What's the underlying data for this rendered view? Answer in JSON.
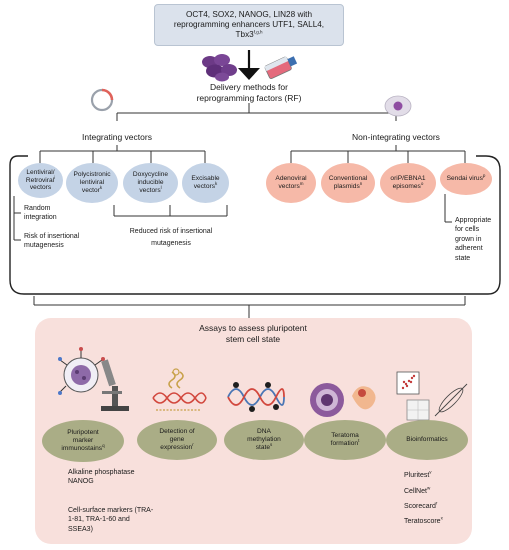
{
  "top_box": {
    "line1": "OCT4, SOX2, NANOG, LIN28 with",
    "line2": "reprogramming enhancers UTF1, SALL4,",
    "line3": "Tbx3",
    "line3_sup": "f,g,h"
  },
  "delivery": {
    "line1": "Delivery methods for",
    "line2": "reprogramming factors (RF)"
  },
  "integrating_title": "Integrating vectors",
  "non_integrating_title": "Non-integrating vectors",
  "integrating_vectors": [
    {
      "lines": [
        "Lentiviral/",
        "Retroviral",
        "vectors"
      ],
      "sup": "i"
    },
    {
      "lines": [
        "Polycistronic",
        "lentiviral",
        "vector"
      ],
      "sup": "k"
    },
    {
      "lines": [
        "Doxycycline",
        "inducible",
        "vectors"
      ],
      "sup": "l"
    },
    {
      "lines": [
        "Excisable",
        "vectors"
      ],
      "sup": "k"
    }
  ],
  "non_integrating_vectors": [
    {
      "lines": [
        "Adenoviral",
        "vectors"
      ],
      "sup": "m"
    },
    {
      "lines": [
        "Conventional",
        "plasmids"
      ],
      "sup": "n"
    },
    {
      "lines": [
        "oriP/EBNA1",
        "episomes"
      ],
      "sup": "o"
    },
    {
      "lines": [
        "Sendai virus"
      ],
      "sup": "p"
    }
  ],
  "notes": {
    "random_integration": [
      "Random",
      "integration"
    ],
    "insertional_risk": [
      "Risk of insertional",
      "mutagenesis"
    ],
    "reduced_risk": [
      "Reduced risk of insertional",
      "mutagenesis"
    ],
    "sendai_note": [
      "Appropriate",
      "for cells",
      "grown in",
      "adherent",
      "state"
    ]
  },
  "assays": {
    "title_line1": "Assays to assess pluripotent",
    "title_line2": "stem cell state",
    "items": [
      {
        "lines": [
          "Pluripotent",
          "marker",
          "immunostains"
        ],
        "sup": "q"
      },
      {
        "lines": [
          "Detection of",
          "gene",
          "expression"
        ],
        "sup": "r"
      },
      {
        "lines": [
          "DNA",
          "methylation",
          "state"
        ],
        "sup": "s"
      },
      {
        "lines": [
          "Teratoma",
          "formation"
        ],
        "sup": "t"
      },
      {
        "lines": [
          "Bioinformatics"
        ],
        "sup": ""
      }
    ],
    "immunostain_markers": [
      "Alkaline phosphatase",
      "NANOG"
    ],
    "surface_markers": [
      "Cell-surface markers (TRA-",
      "1-81, TRA-1-60 and",
      "SSEA3)"
    ],
    "bioinformatics_tools": [
      {
        "label": "Pluritest",
        "sup": "v"
      },
      {
        "label": "CellNet",
        "sup": "w"
      },
      {
        "label": "Scorecard",
        "sup": "r"
      },
      {
        "label": "Teratoscore",
        "sup": "x"
      }
    ]
  },
  "colors": {
    "blue_oval": "#c4d3e6",
    "pink_oval": "#f6b9a8",
    "olive_oval": "#aaad86",
    "assay_background": "#f8e0dc",
    "top_box": "#dbe2ec"
  },
  "icons": [
    "protein-cluster-icon",
    "cell-flask-icon",
    "plasmid-ring-icon",
    "cell-icon",
    "microscope-icon",
    "dna-helix-icon",
    "methylated-dna-icon",
    "teratoma-tissue-icon",
    "scatter-plot-icon"
  ]
}
